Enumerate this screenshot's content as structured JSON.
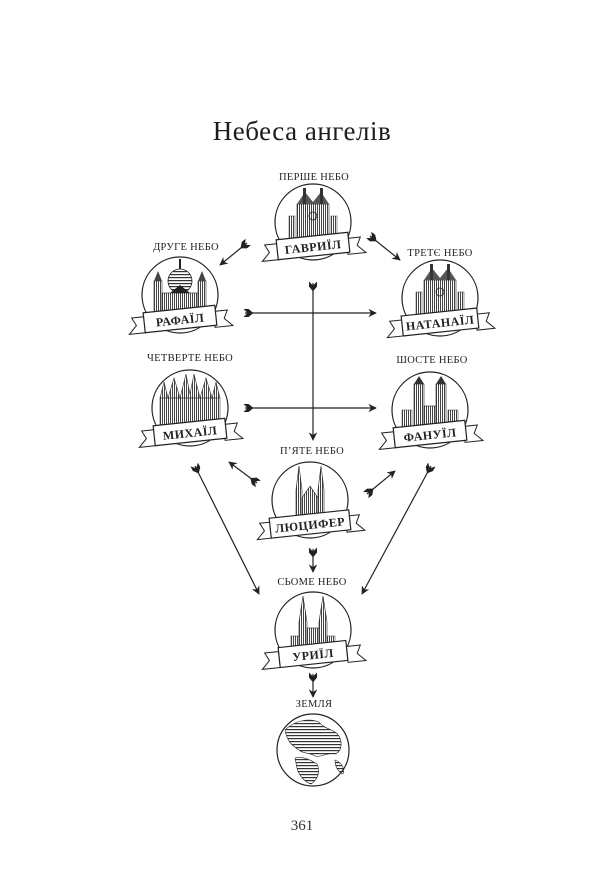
{
  "title": "Небеса ангелів",
  "page_number": "361",
  "colors": {
    "ink": "#222222",
    "background": "#ffffff"
  },
  "nodes": [
    {
      "id": "heaven1",
      "heaven_label": "ПЕРШЕ НЕБО",
      "angel": "ГАВРИЇЛ",
      "icon": "cathedral-icon"
    },
    {
      "id": "heaven2",
      "heaven_label": "ДРУГЕ НЕБО",
      "angel": "РАФАЇЛ",
      "icon": "domed-cathedral-icon"
    },
    {
      "id": "heaven3",
      "heaven_label": "ТРЕТЄ НЕБО",
      "angel": "НАТАНАЇЛ",
      "icon": "cathedral-icon"
    },
    {
      "id": "heaven4",
      "heaven_label": "ЧЕТВЕРТЕ НЕБО",
      "angel": "МИХАЇЛ",
      "icon": "gothic-cathedral-icon"
    },
    {
      "id": "heaven6",
      "heaven_label": "ШОСТЕ НЕБО",
      "angel": "ФАНУЇЛ",
      "icon": "towered-church-icon"
    },
    {
      "id": "heaven5",
      "heaven_label": "П’ЯТЕ НЕБО",
      "angel": "ЛЮЦИФЕР",
      "icon": "twin-spire-church-icon"
    },
    {
      "id": "heaven7",
      "heaven_label": "СЬОМЕ НЕБО",
      "angel": "УРИЇЛ",
      "icon": "twin-spire-cathedral-icon"
    },
    {
      "id": "earth",
      "heaven_label": "ЗЕМЛЯ",
      "angel": "",
      "icon": "globe-icon"
    }
  ],
  "edges": [
    {
      "from": "heaven1",
      "to": "heaven2"
    },
    {
      "from": "heaven1",
      "to": "heaven3"
    },
    {
      "from": "heaven1",
      "to": "heaven5"
    },
    {
      "from": "heaven2",
      "to": "heaven3"
    },
    {
      "from": "heaven4",
      "to": "heaven6"
    },
    {
      "from": "heaven5",
      "to": "heaven4"
    },
    {
      "from": "heaven5",
      "to": "heaven6"
    },
    {
      "from": "heaven4",
      "to": "heaven7"
    },
    {
      "from": "heaven6",
      "to": "heaven7"
    },
    {
      "from": "heaven5",
      "to": "heaven7"
    },
    {
      "from": "heaven7",
      "to": "earth"
    }
  ]
}
